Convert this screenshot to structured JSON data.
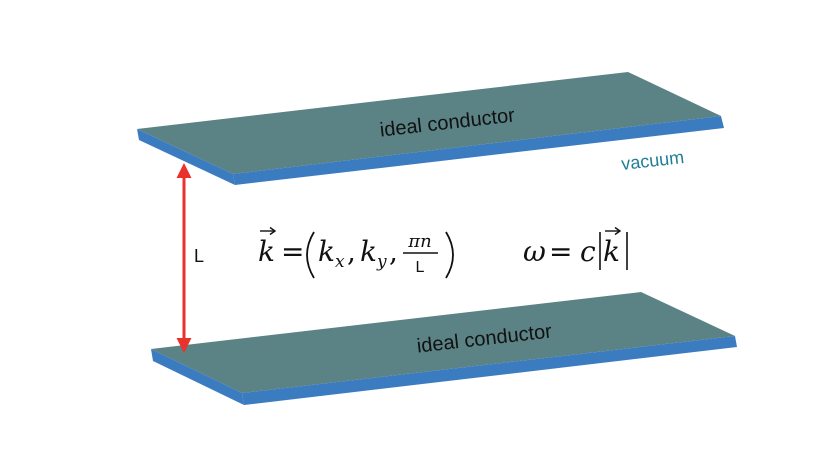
{
  "top_plate": {
    "label": "ideal conductor"
  },
  "bottom_plate": {
    "label": "ideal conductor"
  },
  "medium": {
    "label": "vacuum"
  },
  "separation": {
    "label": "L"
  },
  "wave_vector_equation": {
    "lhs": "k",
    "equals": "=",
    "components": [
      "k",
      "x",
      "k",
      "y"
    ],
    "fraction_numerator": "πn",
    "fraction_denominator": "L"
  },
  "dispersion_equation": {
    "lhs": "ω",
    "equals": "=",
    "speed": "c",
    "vector": "k"
  },
  "colors": {
    "plate_top_face": "#5b8285",
    "plate_edge": "#3b7cc0",
    "arrow": "#e8322b",
    "medium_text": "#1f7e95"
  }
}
